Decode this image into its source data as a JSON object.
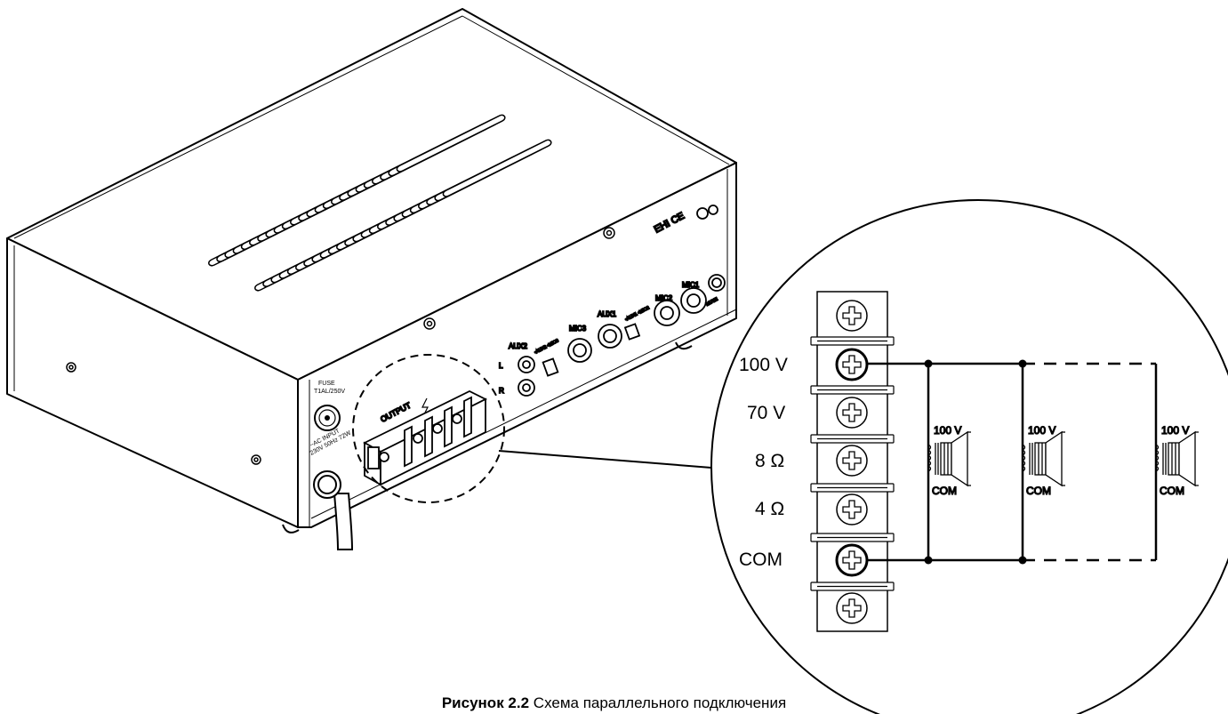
{
  "device": {
    "fuse_label": [
      "FUSE",
      "T1AL/250V"
    ],
    "ac_label": [
      "~AC INPUT",
      "230V 50Hz 72W"
    ],
    "output_label": "OUTPUT",
    "aux2_label": "AUX2",
    "l_label": "L",
    "r_label": "R",
    "mic3_label": "MIC3",
    "aux1_label": "AUX1",
    "mic2_label": "MIC2",
    "mic1_label": "MIC1",
    "switch_a_label": "•AUX2 •MIC3",
    "switch_b_label": "•AUX1 •MIC2",
    "mute_label": "MUTE",
    "cert_label": "EHI CE"
  },
  "terminals": [
    "100 V",
    "70 V",
    "8 Ω",
    "4 Ω",
    "COM"
  ],
  "speaker": {
    "top_label": "100 V",
    "bottom_label": "COM",
    "count": 3
  },
  "caption": {
    "number": "Рисунок 2.2",
    "text": " Схема параллельного подключения"
  }
}
